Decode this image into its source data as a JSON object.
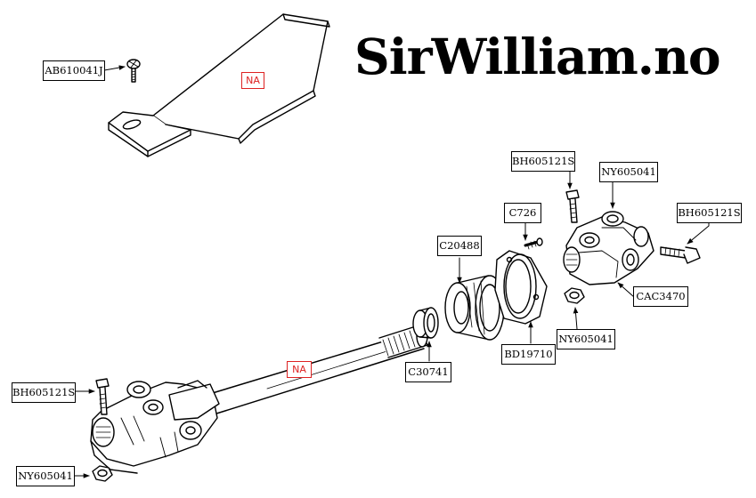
{
  "brand": {
    "text": "SirWilliam.no"
  },
  "parts": {
    "ab610041j": "AB610041J",
    "bh605121s_top": "BH605121S",
    "ny605041_top": "NY605041",
    "bh605121s_right": "BH605121S",
    "c726": "C726",
    "c20488": "C20488",
    "cac3470": "CAC3470",
    "ny605041_mid": "NY605041",
    "bd19710": "BD19710",
    "c30741": "C30741",
    "bh605121s_left": "BH605121S",
    "ny605041_bottom": "NY605041"
  },
  "notes": {
    "na_top": "NA",
    "na_shaft": "NA"
  }
}
